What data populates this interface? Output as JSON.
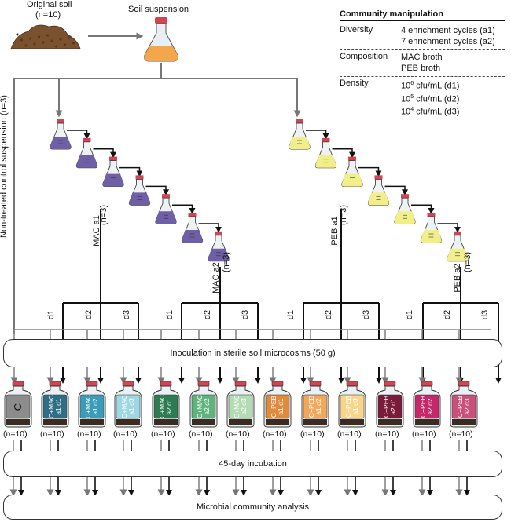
{
  "original_soil": {
    "label": "Original soil",
    "n": "(n=10)"
  },
  "soil_suspension": {
    "label": "Soil suspension"
  },
  "control_label": "Non-treated control suspension (n=3)",
  "legend": {
    "title": "Community manipulation",
    "rows": [
      {
        "key": "Diversity",
        "values": [
          "4 enrichment cycles (a1)",
          "7 enrichment cycles (a2)"
        ]
      },
      {
        "key": "Composition",
        "values": [
          "MAC broth",
          "PEB broth"
        ]
      },
      {
        "key": "Density",
        "values": [
          {
            "base": "10",
            "exp": "6",
            "rest": " cfu/mL (d1)"
          },
          {
            "base": "10",
            "exp": "5",
            "rest": " cfu/mL (d2)"
          },
          {
            "base": "10",
            "exp": "4",
            "rest": " cfu/mL (d3)"
          }
        ]
      }
    ]
  },
  "branches": {
    "mac_a1": "MAC a1",
    "mac_a2": "MAC a2",
    "peb_a1": "PEB a1",
    "peb_a2": "PEB a2",
    "n3": "(n=3)"
  },
  "density_labels": [
    "d1",
    "d2",
    "d3",
    "d1",
    "d2",
    "d3",
    "d1",
    "d2",
    "d3",
    "d1",
    "d2",
    "d3"
  ],
  "inoculation_box": "Inoculation in sterile soil microcosms (50 g)",
  "incubation_box": "45-day incubation",
  "analysis_box": "Microbial community analysis",
  "bottles": [
    {
      "line1": "C",
      "line2": "",
      "color": "#8c8c8c"
    },
    {
      "line1": "C+MAC",
      "line2": "a1 d1",
      "color": "#2f6e84"
    },
    {
      "line1": "C+MAC",
      "line2": "a1 d2",
      "color": "#3c9cb8"
    },
    {
      "line1": "C+MAC",
      "line2": "a1 d3",
      "color": "#9fd6e3"
    },
    {
      "line1": "C+MAC",
      "line2": "a2 d1",
      "color": "#2e7a52"
    },
    {
      "line1": "C+MAC",
      "line2": "a2 d2",
      "color": "#5fb37c"
    },
    {
      "line1": "C+MAC",
      "line2": "a2 d3",
      "color": "#b4dcb4"
    },
    {
      "line1": "C+PEB",
      "line2": "a1 d1",
      "color": "#e08a3c"
    },
    {
      "line1": "C+PEB",
      "line2": "a1 d2",
      "color": "#f2a85a"
    },
    {
      "line1": "C+PEB",
      "line2": "a1 d3",
      "color": "#f7d58a"
    },
    {
      "line1": "C+PEB",
      "line2": "a2 d1",
      "color": "#7a1b3a"
    },
    {
      "line1": "C+PEB",
      "line2": "a2 d2",
      "color": "#c4286a"
    },
    {
      "line1": "C+PEB",
      "line2": "a2 d3",
      "color": "#c8507a"
    }
  ],
  "bottle_n": "(n=10)",
  "colors": {
    "mac_liquid": "#6f5fa6",
    "peb_liquid": "#f2ee8a",
    "cap": "#d2444f",
    "suspension": "#f4a64a",
    "soil": "#7a5230"
  }
}
